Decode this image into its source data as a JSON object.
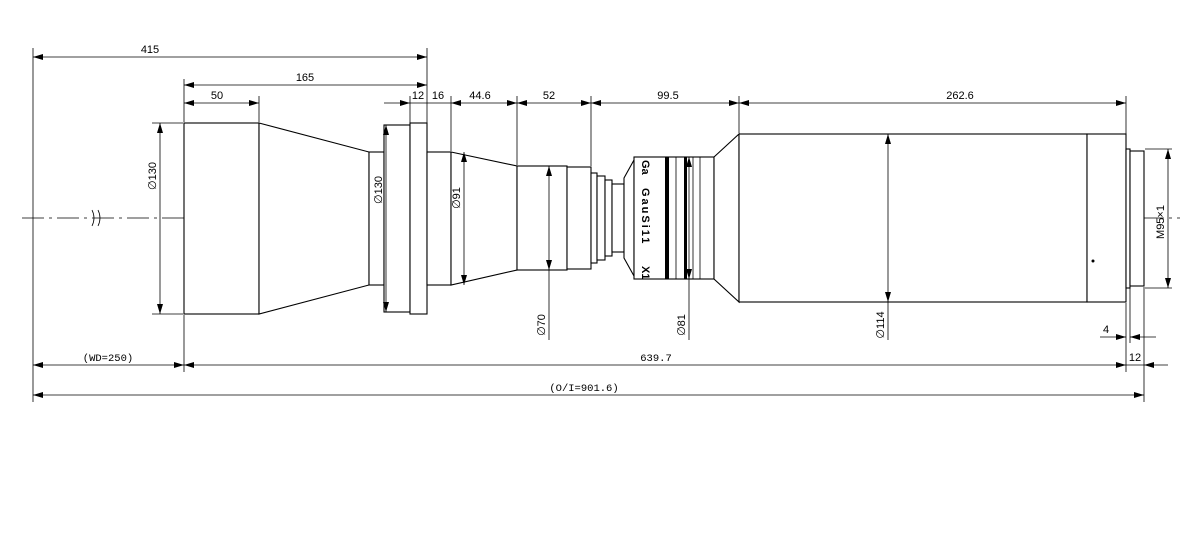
{
  "drawing": {
    "dim_labels": {
      "overall_front": "415",
      "front_section": "165",
      "front_barrel": "50",
      "flange": "12",
      "flange_gap": "16",
      "cone_2": "44.6",
      "mid_barrel": "52",
      "coupler": "99.5",
      "rear_barrel": "262.6",
      "wd": "(WD=250)",
      "body_length": "639.7",
      "rear_thread": "12",
      "total": "(O/I=901.6)",
      "rear_step": "4"
    },
    "dia_labels": {
      "front_dia": "∅130",
      "flange_dia": "∅130",
      "cone_dia": "∅91",
      "mid_dia": "∅70",
      "ring_dia": "∅81",
      "rear_dia": "∅114",
      "thread": "M95×1"
    },
    "ring_text": {
      "top": "Ga",
      "middle": "GauSi11",
      "bottom": "X1"
    }
  }
}
